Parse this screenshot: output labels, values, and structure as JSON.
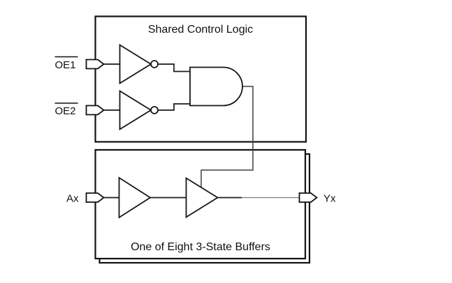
{
  "diagram": {
    "shared_box_title": "Shared Control Logic",
    "buffer_box_title": "One of Eight 3-State Buffers",
    "pins": {
      "oe1": "OE1",
      "oe2": "OE2",
      "input": "Ax",
      "output": "Yx"
    },
    "colors": {
      "line": "#111111",
      "wire_gray": "#7c7c7c",
      "background": "#ffffff"
    }
  }
}
